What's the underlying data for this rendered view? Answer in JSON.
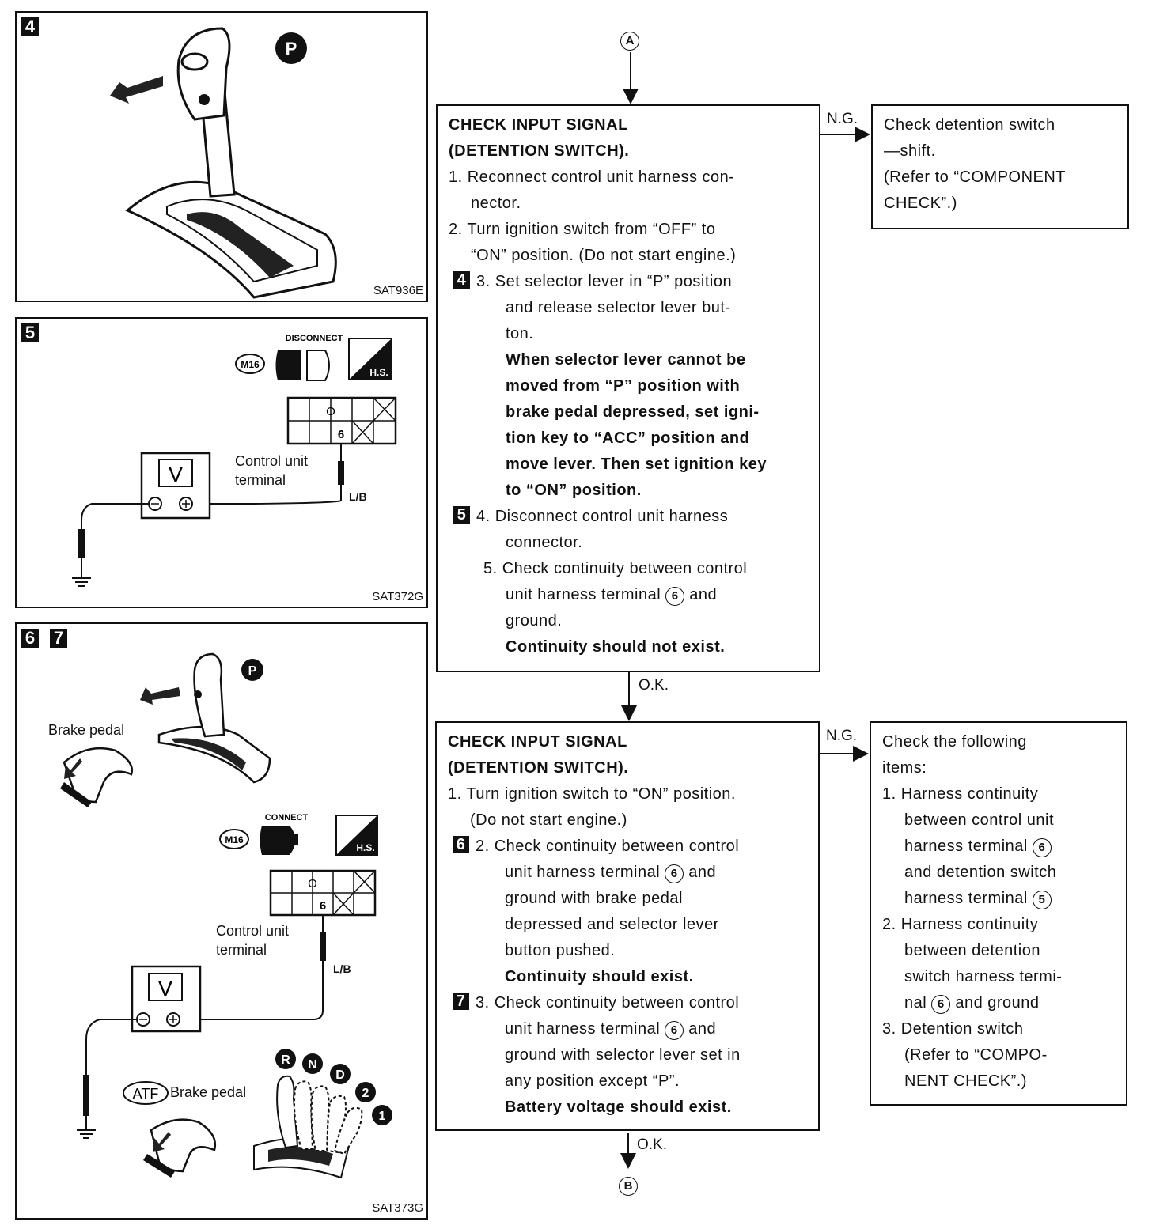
{
  "panels": {
    "p4": {
      "badge": "4",
      "code": "SAT936E",
      "position_label": "P"
    },
    "p5": {
      "badge": "5",
      "code": "SAT372G",
      "disconnect": "DISCONNECT",
      "connector": "M16",
      "hs": "H.S.",
      "meter": "V",
      "terminal_label": "Control unit\nterminal",
      "wire": "L/B",
      "pin": "6",
      "mark": "O"
    },
    "p67": {
      "badge6": "6",
      "badge7": "7",
      "code": "SAT373G",
      "connect": "CONNECT",
      "connector": "M16",
      "hs": "H.S.",
      "meter": "V",
      "terminal_label": "Control unit\nterminal",
      "wire": "L/B",
      "pin": "6",
      "mark": "O",
      "brake_pedal_1": "Brake pedal",
      "brake_pedal_2": "Brake pedal",
      "atf": "ATF",
      "position_label": "P",
      "positions": [
        "R",
        "N",
        "D",
        "2",
        "1"
      ]
    }
  },
  "flow": {
    "start": "A",
    "end": "B",
    "ng1": "N.G.",
    "ng2": "N.G.",
    "ok1": "O.K.",
    "ok2": "O.K.",
    "step1": {
      "title1": "CHECK INPUT SIGNAL",
      "title2": "(DETENTION SWITCH).",
      "l1a": "1. Reconnect control unit harness con-",
      "l1b": "nector.",
      "l2a": "2. Turn ignition switch from “OFF” to",
      "l2b": "“ON” position. (Do not start engine.)",
      "badge3": "4",
      "l3a": "3. Set selector lever in “P” position",
      "l3b": "and release selector lever but-",
      "l3c": "ton.",
      "b1": "When selector lever cannot be",
      "b2": "moved from “P” position with",
      "b3": "brake pedal depressed, set igni-",
      "b4": "tion key to “ACC” position and",
      "b5": "move lever. Then set ignition key",
      "b6": "to “ON” position.",
      "badge4": "5",
      "l4a": "4. Disconnect control unit harness",
      "l4b": "connector.",
      "l5a": "5. Check continuity between control",
      "l5b_pre": "unit harness terminal",
      "l5b_term": "6",
      "l5b_post": "and",
      "l5c": "ground.",
      "b7": "Continuity should not exist."
    },
    "ng1_box": {
      "l1": "Check detention switch",
      "l2": "—shift.",
      "l3": "(Refer to “COMPONENT",
      "l4": "CHECK”.)"
    },
    "step2": {
      "title1": "CHECK INPUT SIGNAL",
      "title2": "(DETENTION SWITCH).",
      "l1a": "1. Turn ignition switch to “ON” position.",
      "l1b": "(Do not start engine.)",
      "badge2": "6",
      "l2a": "2. Check continuity between control",
      "l2b_pre": "unit harness terminal",
      "l2b_term": "6",
      "l2b_post": "and",
      "l2c": "ground with brake pedal",
      "l2d": "depressed and selector lever",
      "l2e": "button pushed.",
      "b1": "Continuity should exist.",
      "badge3": "7",
      "l3a": "3. Check continuity between control",
      "l3b_pre": "unit harness terminal",
      "l3b_term": "6",
      "l3b_post": "and",
      "l3c": "ground with selector lever set in",
      "l3d": "any position except “P”.",
      "b2": "Battery voltage should exist."
    },
    "ng2_box": {
      "l0a": "Check the following",
      "l0b": "items:",
      "l1a": "1. Harness continuity",
      "l1b": "between control unit",
      "l1c_pre": "harness terminal",
      "l1c_term": "6",
      "l1d": "and detention switch",
      "l1e_pre": "harness terminal",
      "l1e_term": "5",
      "l2a": "2. Harness continuity",
      "l2b": "between detention",
      "l2c": "switch harness termi-",
      "l2d_pre": "nal",
      "l2d_term": "6",
      "l2d_post": "and ground",
      "l3a": "3. Detention switch",
      "l3b": "(Refer to “COMPO-",
      "l3c": "NENT CHECK”.)"
    }
  }
}
